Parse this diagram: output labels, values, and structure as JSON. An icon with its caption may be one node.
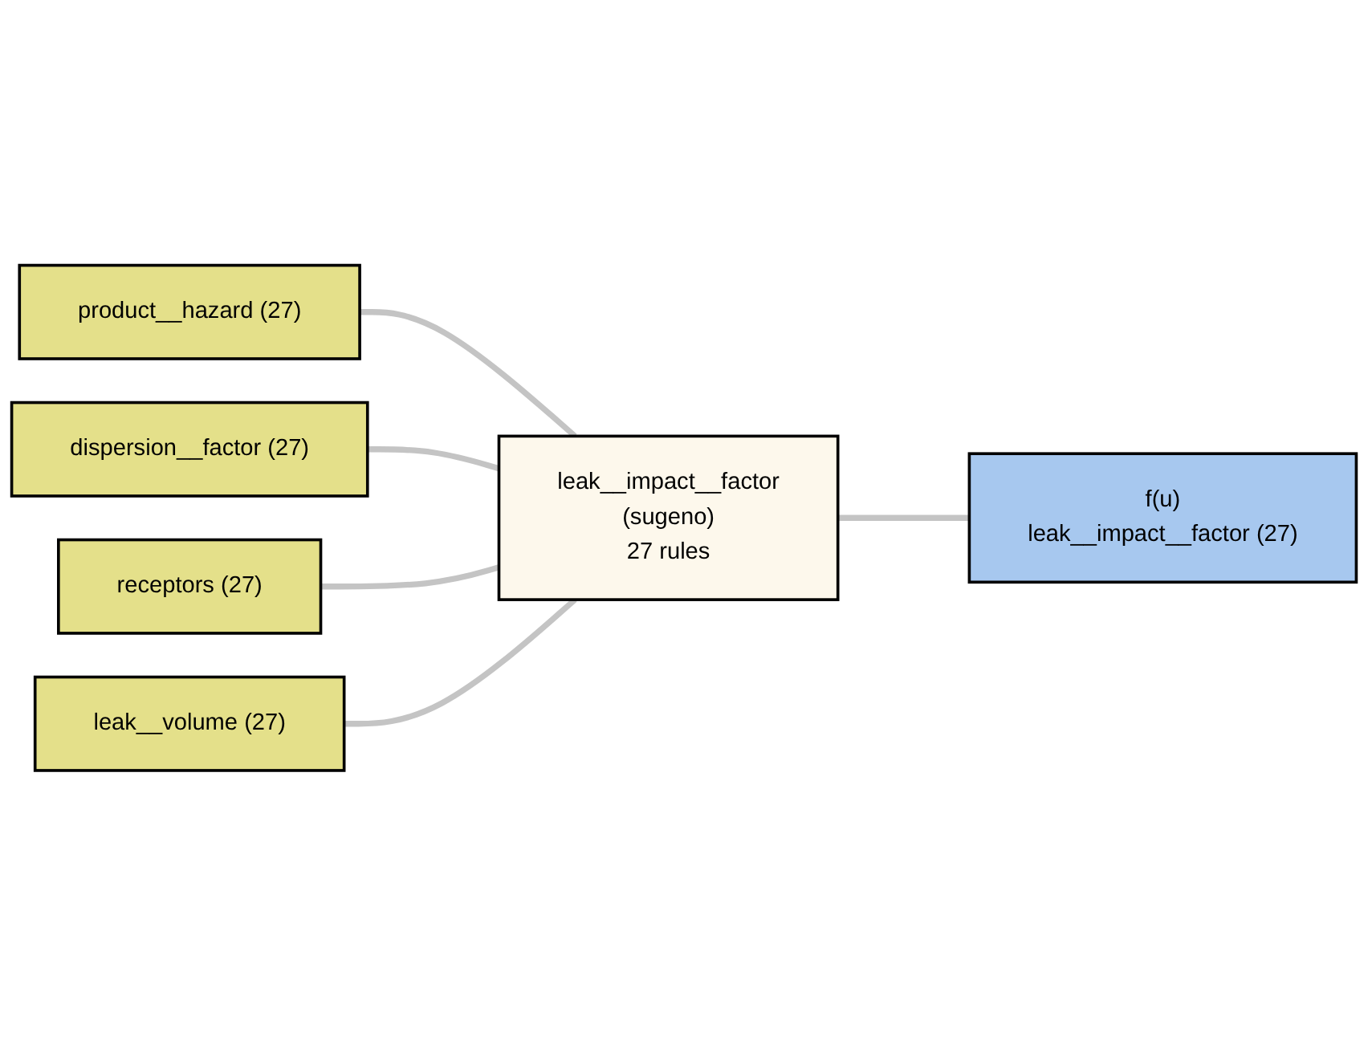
{
  "diagram": {
    "nodes": [
      {
        "text": [
          "product__hazard (27)"
        ]
      },
      {
        "text": [
          "dispersion__factor (27)"
        ]
      },
      {
        "text": [
          "receptors (27)"
        ]
      },
      {
        "text": [
          "leak__volume (27)"
        ]
      },
      {
        "text": [
          "leak__impact__factor",
          "(sugeno)",
          "27 rules"
        ]
      },
      {
        "text": [
          "f(u)",
          "leak__impact__factor (27)"
        ]
      }
    ],
    "edges": [
      {
        "from": 0,
        "to": 4,
        "arrow": "none"
      },
      {
        "from": 1,
        "to": 4,
        "arrow": "none"
      },
      {
        "from": 2,
        "to": 4,
        "arrow": "none"
      },
      {
        "from": 3,
        "to": 4,
        "arrow": "none"
      },
      {
        "from": 4,
        "to": 5,
        "arrow": "none"
      }
    ]
  }
}
